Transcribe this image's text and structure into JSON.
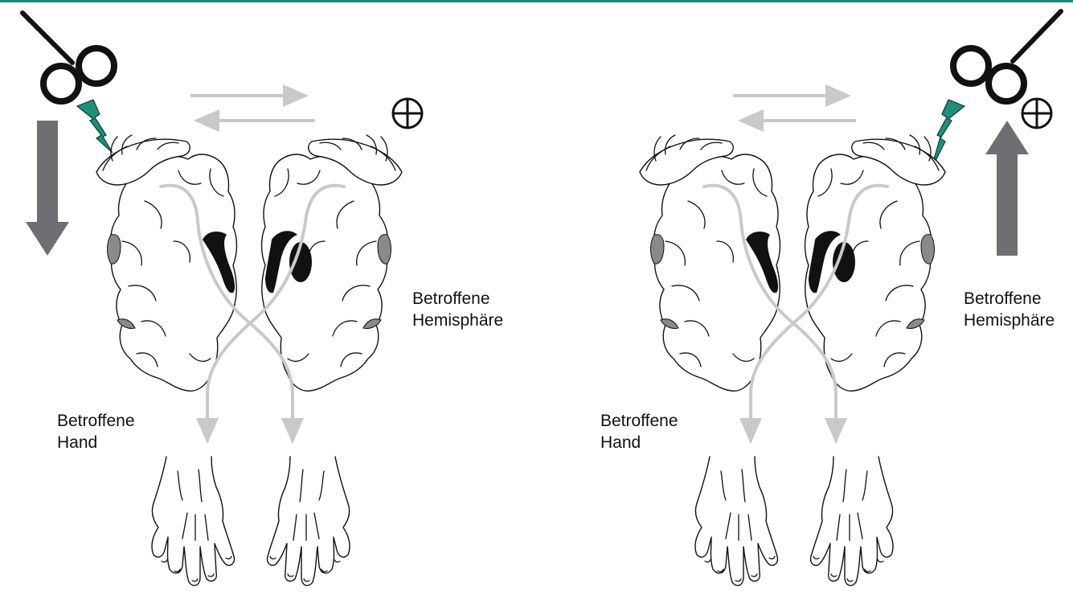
{
  "colors": {
    "top_rule": "#1a8a7a",
    "stimulus": "#1f8f7a",
    "tract": "#c9c9c9",
    "direction_arrow": "#6f6f73",
    "ventricle": "#111111",
    "insula": "#8a8a8a"
  },
  "panels": [
    {
      "id": "left",
      "modulation": "down",
      "stimulated_side": "left",
      "affected_hemisphere_label": "Betroffene\nHemisphäre",
      "affected_hand_label": "Betroffene\nHand",
      "hemisphere_label_lines": [
        "Betroffene",
        "Hemisphäre"
      ],
      "hand_label_lines": [
        "Betroffene",
        "Hand"
      ]
    },
    {
      "id": "right",
      "modulation": "up",
      "stimulated_side": "right",
      "affected_hemisphere_label": "Betroffene\nHemisphäre",
      "affected_hand_label": "Betroffene\nHand",
      "hemisphere_label_lines": [
        "Betroffene",
        "Hemisphäre"
      ],
      "hand_label_lines": [
        "Betroffene",
        "Hand"
      ]
    }
  ],
  "icons": [
    "tms-coil-icon",
    "lightning-bolt-icon",
    "plus-circle-icon",
    "arrow-down-icon",
    "arrow-up-icon",
    "brain-coronal-section-icon",
    "hand-icon"
  ]
}
